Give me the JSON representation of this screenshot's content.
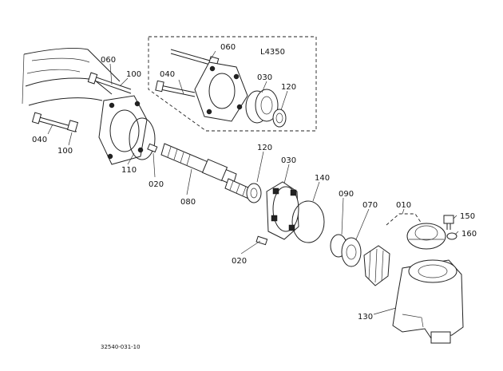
{
  "diagram": {
    "variant_label": "L4350",
    "drawing_code": "32540-031-10",
    "callouts": {
      "p010": "010",
      "p020a": "020",
      "p020b": "020",
      "p030a": "030",
      "p030b": "030",
      "p040a": "040",
      "p040b": "040",
      "p060a": "060",
      "p060b": "060",
      "p070": "070",
      "p080": "080",
      "p090": "090",
      "p100a": "100",
      "p100b": "100",
      "p110": "110",
      "p120a": "120",
      "p120b": "120",
      "p130": "130",
      "p140": "140",
      "p150": "150",
      "p160": "160"
    }
  }
}
